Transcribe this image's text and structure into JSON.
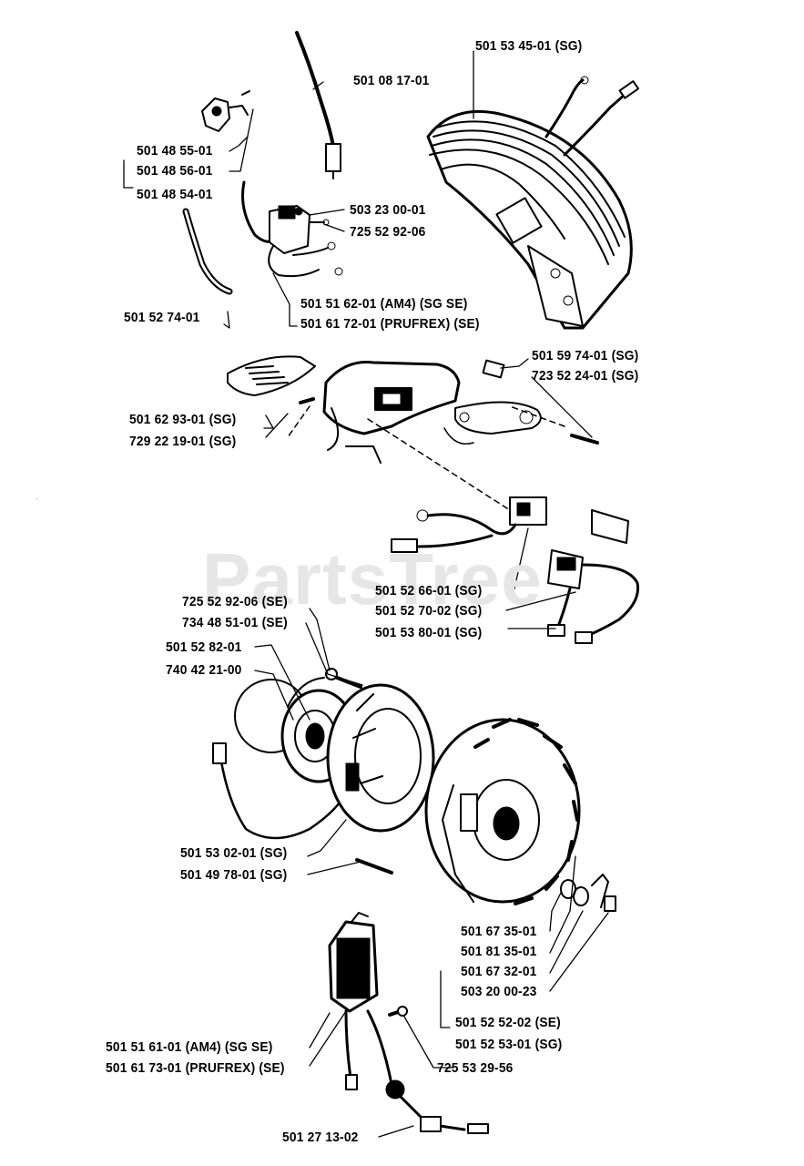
{
  "watermark": "PartsTree",
  "labels": {
    "l501081701": "501 08 17-01",
    "l501534501": "501 53 45-01 (SG)",
    "l501485501": "501 48 55-01",
    "l501485601": "501 48 56-01",
    "l501485401": "501 48 54-01",
    "l503230001": "503 23 00-01",
    "l725529206a": "725 52 92-06",
    "l501527401": "501 52 74-01",
    "l501516201": "501 51 62-01 (AM4) (SG SE)",
    "l501617201": "501 61 72-01 (PRUFREX) (SE)",
    "l501597401": "501 59 74-01 (SG)",
    "l723522401": "723 52 24-01 (SG)",
    "l501629301": "501 62 93-01 (SG)",
    "l729221901": "729 22 19-01 (SG)",
    "l501526601": "501 52 66-01 (SG)",
    "l501527002": "501 52 70-02 (SG)",
    "l501538001": "501 53 80-01 (SG)",
    "l725529206b": "725 52 92-06 (SE)",
    "l734485101": "734 48 51-01 (SE)",
    "l501528201": "501 52 82-01",
    "l740422100": "740 42 21-00",
    "l501530201": "501 53 02-01 (SG)",
    "l501497801": "501 49 78-01 (SG)",
    "l501673501": "501 67 35-01",
    "l501813501": "501 81 35-01",
    "l501673201": "501 67 32-01",
    "l503200023": "503 20 00-23",
    "l501525202": "501 52 52-02 (SE)",
    "l501525301": "501 52 53-01 (SG)",
    "l501516101": "501 51 61-01 (AM4) (SG SE)",
    "l501617301": "501 61 73-01 (PRUFREX) (SE)",
    "l725532956": "725 53 29-56",
    "l501271302": "501 27 13-02"
  }
}
